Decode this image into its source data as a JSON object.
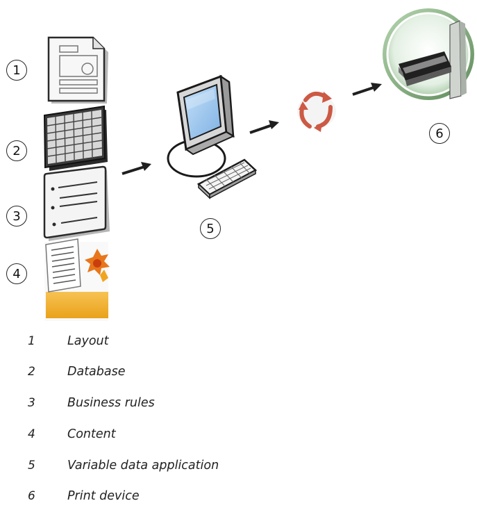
{
  "callouts": {
    "c1": "1",
    "c2": "2",
    "c3": "3",
    "c4": "4",
    "c5": "5",
    "c6": "6"
  },
  "legend": [
    {
      "num": "1",
      "label": "Layout"
    },
    {
      "num": "2",
      "label": "Database"
    },
    {
      "num": "3",
      "label": "Business rules"
    },
    {
      "num": "4",
      "label": "Content"
    },
    {
      "num": "5",
      "label": "Variable data application"
    },
    {
      "num": "6",
      "label": "Print device"
    }
  ],
  "icons": {
    "layout": "layout-document-icon",
    "database": "database-grid-icon",
    "rules": "business-rules-list-icon",
    "content": "content-pages-icon",
    "computer": "computer-monitor-icon",
    "keyboard": "keyboard-icon",
    "cycle": "processing-cycle-icon",
    "printer": "print-device-icon"
  },
  "colors": {
    "cycle_arrows": "#cc5a44",
    "screen": "#9ec9f0",
    "content_accent": "#f0a520",
    "flower": "#e8761a"
  }
}
